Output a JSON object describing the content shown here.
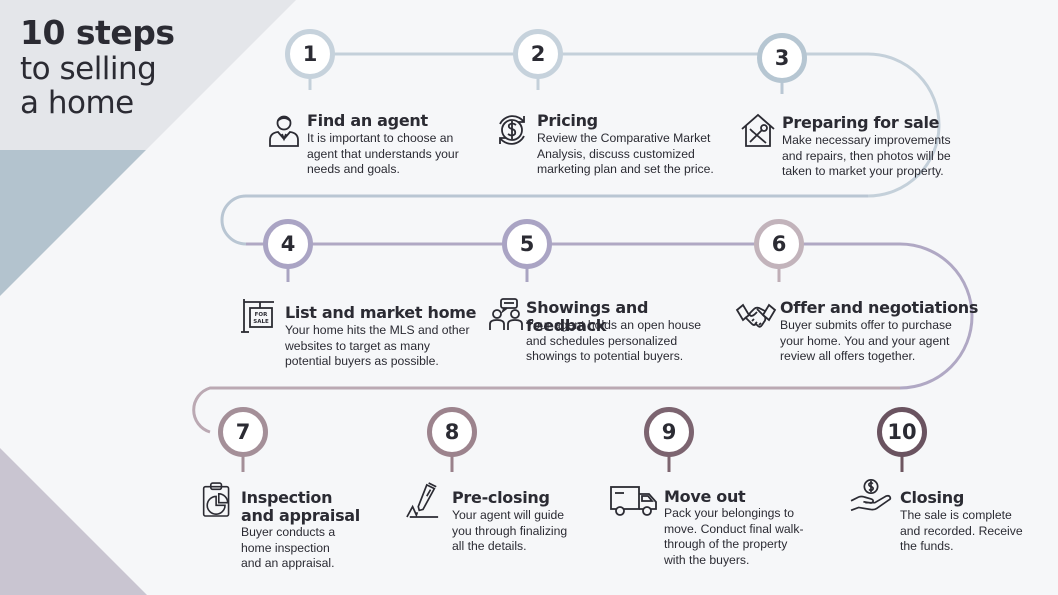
{
  "title": {
    "line1": "10 steps",
    "line2": "to selling",
    "line3": "a home"
  },
  "colors": {
    "row1": "#c6d2dc",
    "row2": "#b0abc6",
    "row3": "#a48f98",
    "row3_dark": "#6e5660"
  },
  "steps": [
    {
      "number": "1",
      "heading": "Find an agent",
      "text": "It is important to choose an agent that understands your needs and goals.",
      "icon": "agent-icon"
    },
    {
      "number": "2",
      "heading": "Pricing",
      "text": "Review the Comparative Market Analysis, discuss customized marketing plan and set the price.",
      "icon": "dollar-icon"
    },
    {
      "number": "3",
      "heading": "Preparing for sale",
      "text": "Make necessary improvements and repairs, then photos will be taken to market your property.",
      "icon": "house-tools-icon"
    },
    {
      "number": "4",
      "heading": "List and market home",
      "text": "Your home hits the MLS and other websites to target as many potential buyers as possible.",
      "icon": "for-sale-sign-icon",
      "sign_text": "FOR SALE"
    },
    {
      "number": "5",
      "heading": "Showings and feedback",
      "text": "Your agent holds an open house and schedules personalized showings to potential buyers.",
      "icon": "people-chat-icon"
    },
    {
      "number": "6",
      "heading": "Offer and negotiations",
      "text": "Buyer submits offer to purchase your home. You and your agent review all offers together.",
      "icon": "handshake-icon"
    },
    {
      "number": "7",
      "heading": "Inspection and appraisal",
      "text": "Buyer conducts a home inspection and an appraisal.",
      "icon": "clipboard-chart-icon"
    },
    {
      "number": "8",
      "heading": "Pre-closing",
      "text": "Your agent will guide you through finalizing all the details.",
      "icon": "pen-signing-icon"
    },
    {
      "number": "9",
      "heading": "Move out",
      "text": "Pack your belongings to move. Conduct final walk-through of the property with the buyers.",
      "icon": "truck-icon"
    },
    {
      "number": "10",
      "heading": "Closing",
      "text": "The sale is complete and recorded. Receive the funds.",
      "icon": "hand-coin-icon"
    }
  ]
}
